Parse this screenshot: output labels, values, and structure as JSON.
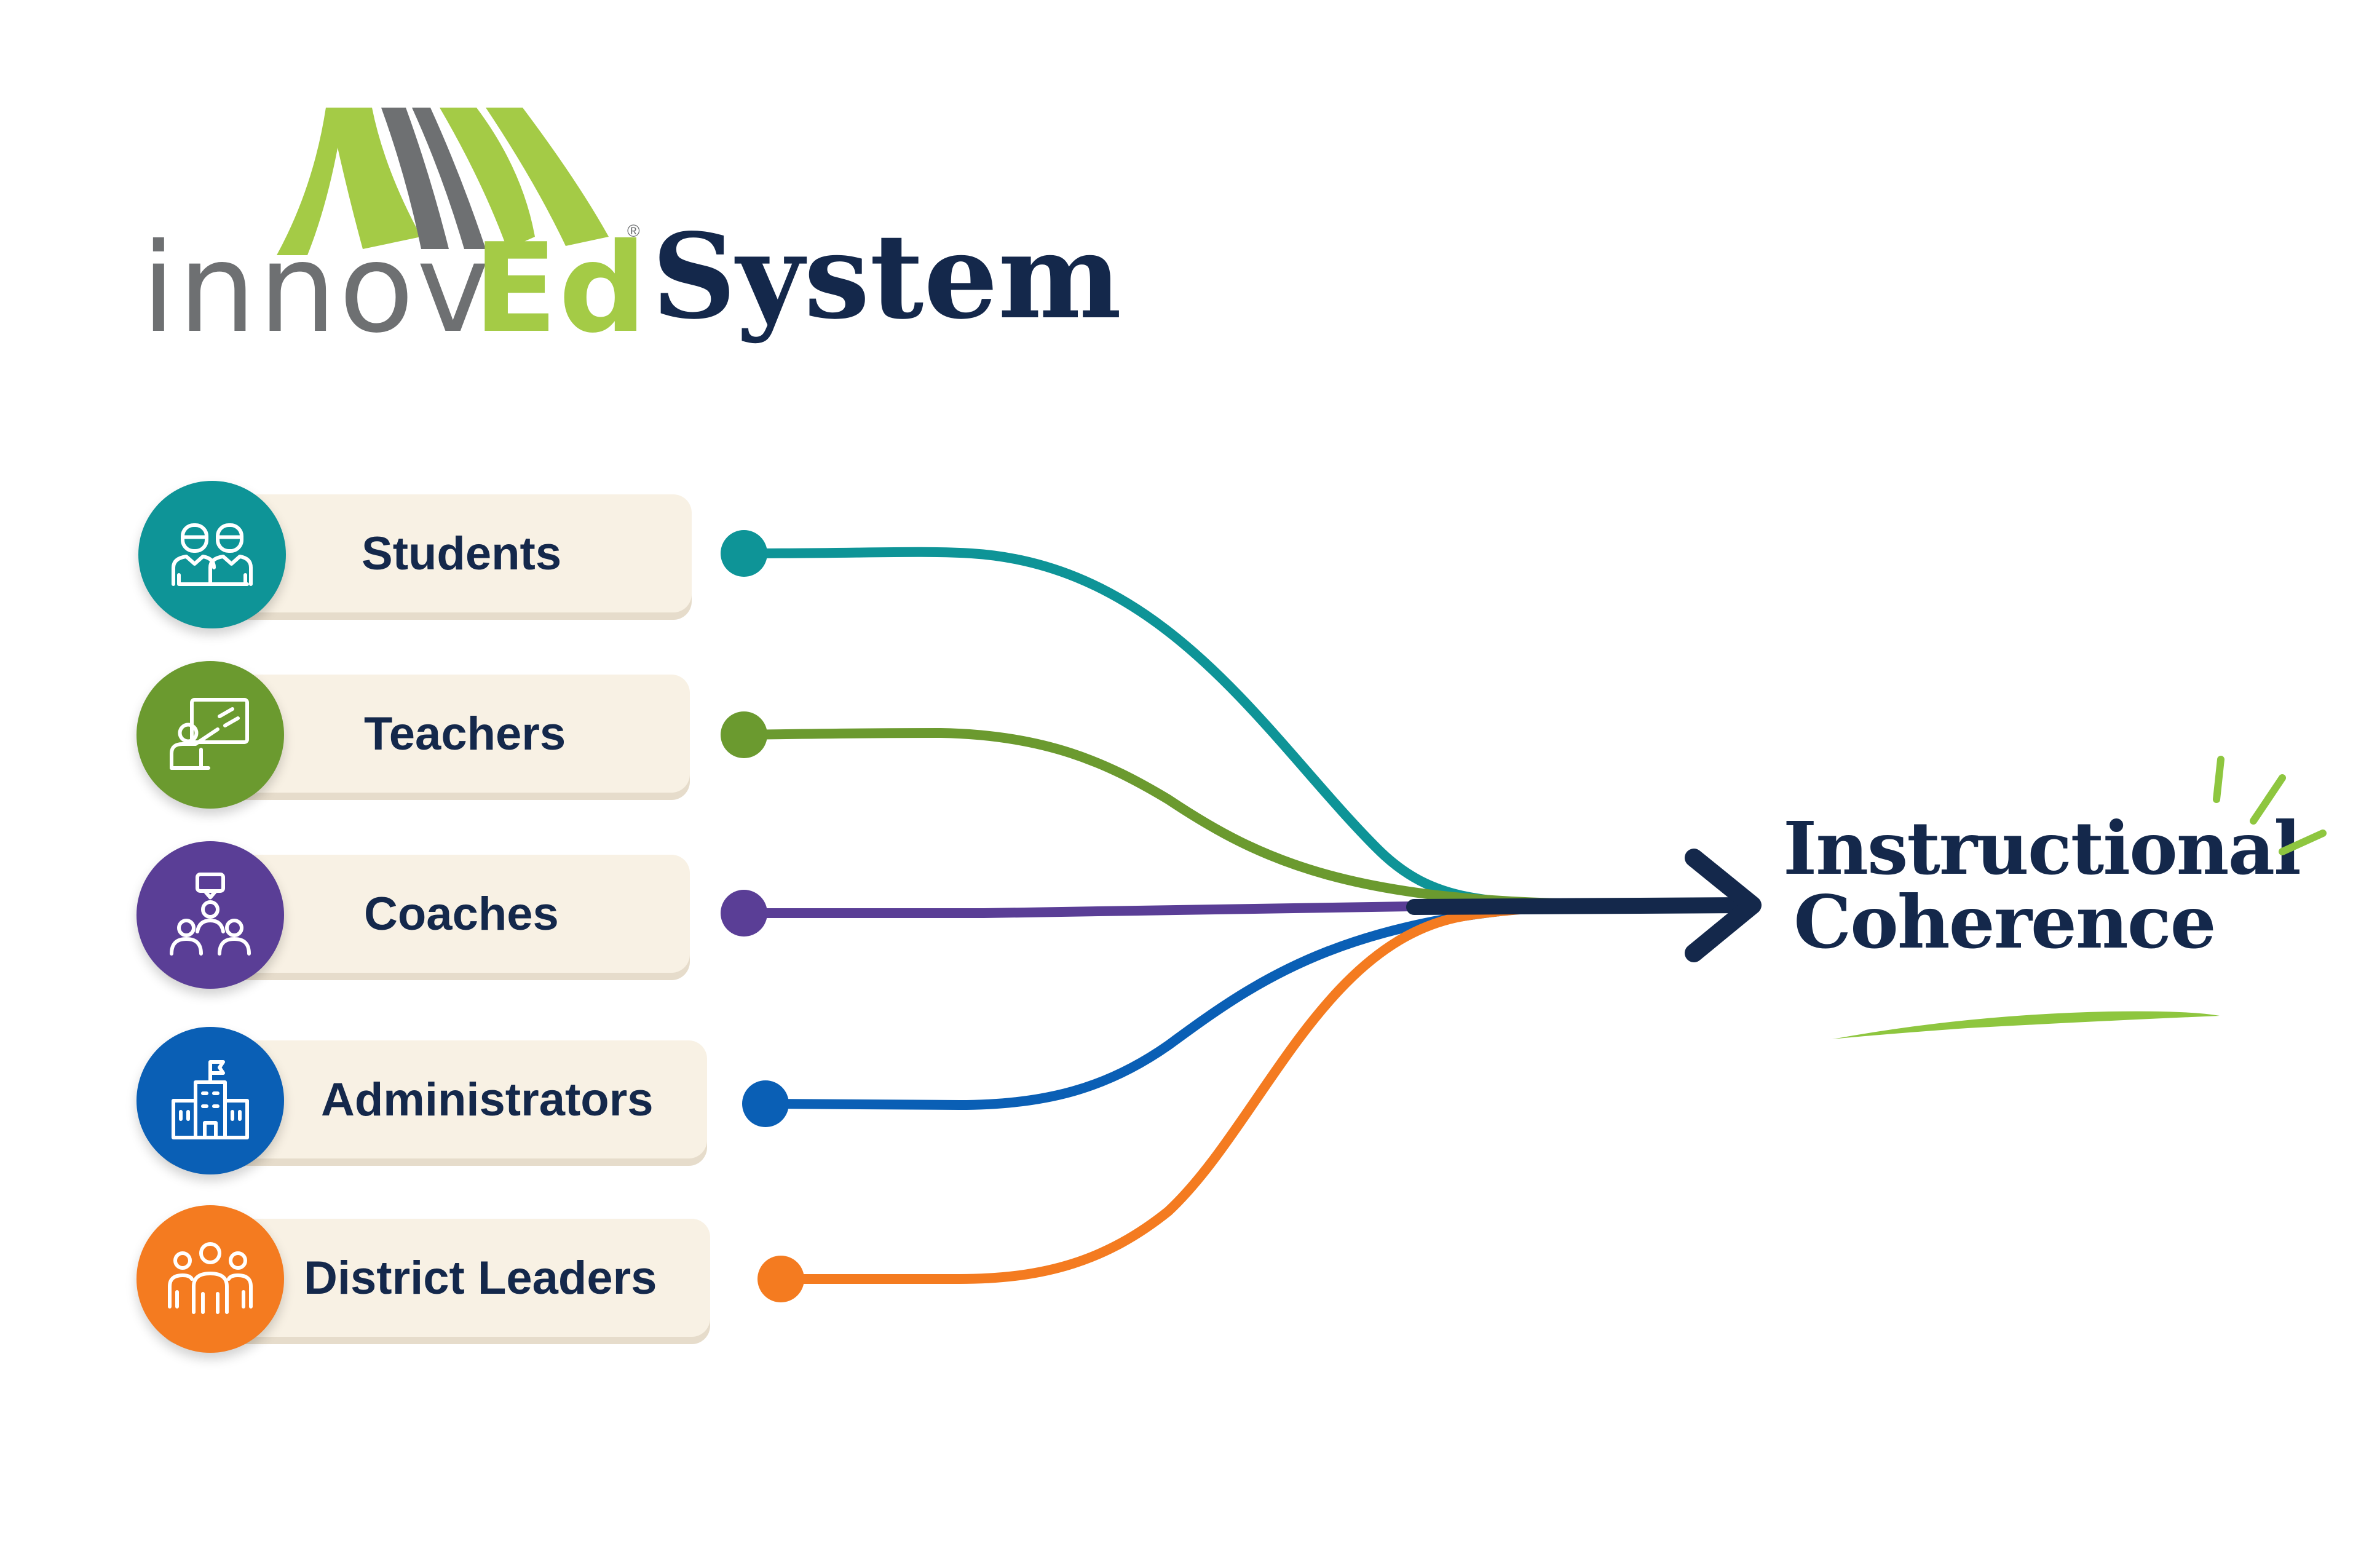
{
  "logo": {
    "brand_prefix": "innov",
    "brand_suffix": "Ed",
    "registered_mark": "®",
    "product": "System"
  },
  "roles": [
    {
      "label": "Students",
      "icon": "students-icon",
      "color": "#0e9497"
    },
    {
      "label": "Teachers",
      "icon": "teacher-whiteboard-icon",
      "color": "#6b9a2f"
    },
    {
      "label": "Coaches",
      "icon": "coaching-group-icon",
      "color": "#5a3e96"
    },
    {
      "label": "Administrators",
      "icon": "school-building-icon",
      "color": "#0a5fb5"
    },
    {
      "label": "District Leaders",
      "icon": "leaders-group-icon",
      "color": "#f47b20"
    }
  ],
  "target": {
    "line1": "Instructional",
    "line2": "Coherence",
    "arrow_color": "#14284b",
    "accent_color": "#8ec63f"
  },
  "colors": {
    "navy": "#14284b",
    "pill": "#f8f1e4",
    "logo_gray": "#6e7072",
    "logo_green": "#a4cb46"
  }
}
